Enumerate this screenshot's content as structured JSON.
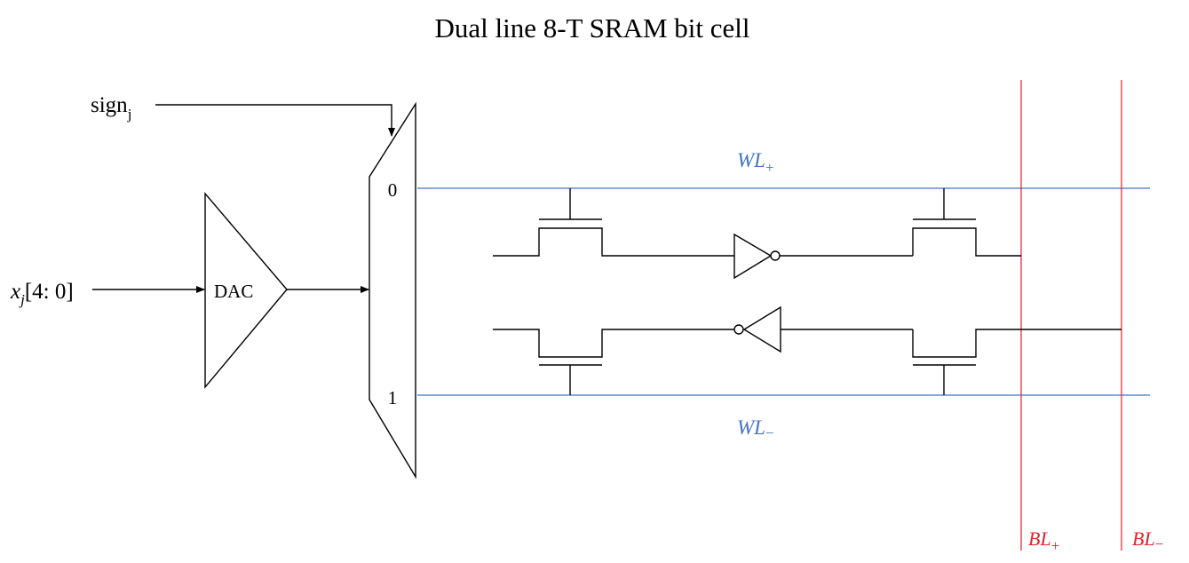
{
  "title": "Dual line 8-T SRAM bit cell",
  "colors": {
    "wire": "#000000",
    "word_line": "#4472c4",
    "bit_line": "#e8202a",
    "background": "#ffffff"
  },
  "inputs": {
    "sign": {
      "base": "sign",
      "sub": "j"
    },
    "x": {
      "base": "x",
      "sub": "j",
      "range": "[4: 0]"
    }
  },
  "blocks": {
    "dac": "DAC",
    "mux": {
      "input0": "0",
      "input1": "1"
    }
  },
  "word_lines": [
    {
      "base": "WL",
      "sub": "+"
    },
    {
      "base": "WL",
      "sub": "−"
    }
  ],
  "bit_lines": [
    {
      "base": "BL",
      "sub": "+"
    },
    {
      "base": "BL",
      "sub": "−"
    }
  ],
  "components": {
    "transistors": 4,
    "inverters": 2
  }
}
